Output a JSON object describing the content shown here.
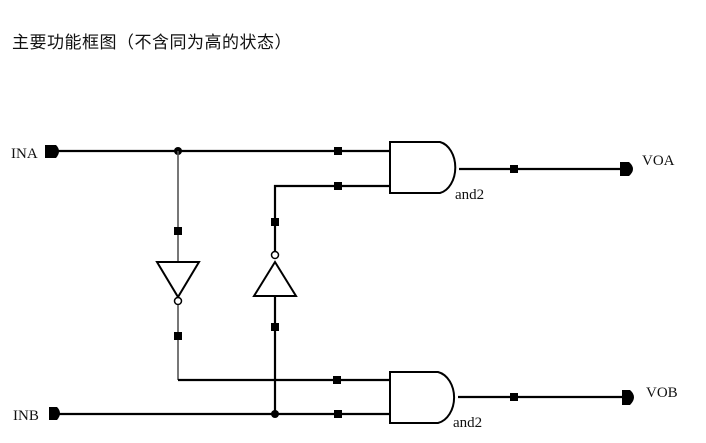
{
  "title": "主要功能框图（不含同为高的状态）",
  "ports": {
    "inputs": [
      {
        "name": "INA"
      },
      {
        "name": "INB"
      }
    ],
    "outputs": [
      {
        "name": "VOA"
      },
      {
        "name": "VOB"
      }
    ]
  },
  "gates": [
    {
      "type": "and2",
      "label": "and2",
      "output": "VOA"
    },
    {
      "type": "and2",
      "label": "and2",
      "output": "VOB"
    }
  ],
  "inverters": [
    {
      "input": "INA",
      "direction": "down"
    },
    {
      "input": "INB",
      "direction": "up"
    }
  ]
}
